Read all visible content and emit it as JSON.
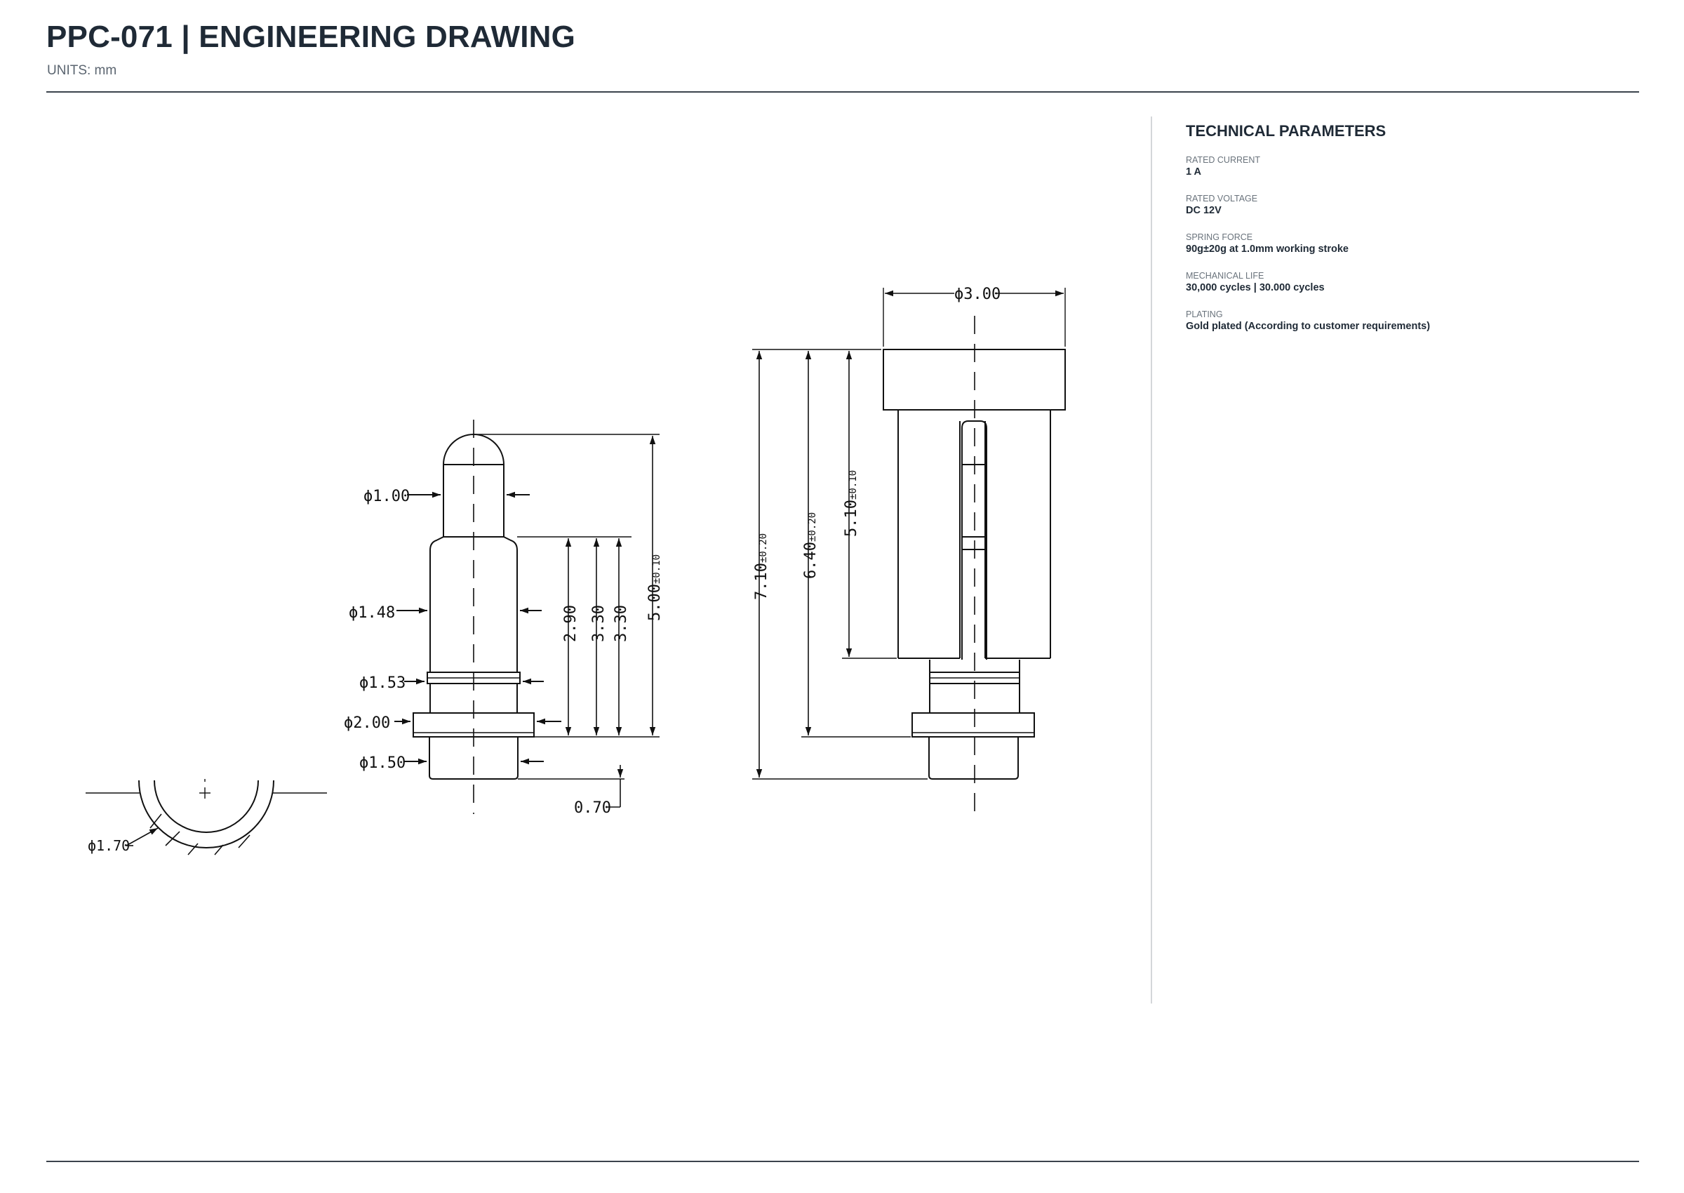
{
  "header": {
    "title": "PPC-071  |  ENGINEERING DRAWING",
    "units": "UNITS: mm"
  },
  "params": {
    "heading": "TECHNICAL PARAMETERS",
    "items": [
      {
        "label": "RATED CURRENT",
        "value": "1 A"
      },
      {
        "label": "RATED VOLTAGE",
        "value": "DC 12V"
      },
      {
        "label": "SPRING FORCE",
        "value": "90g±20g at 1.0mm working stroke"
      },
      {
        "label": "MECHANICAL LIFE",
        "value": "30,000 cycles | 30.000 cycles"
      },
      {
        "label": "PLATING",
        "value": "Gold plated (According to customer requirements)"
      }
    ]
  },
  "dimensions": {
    "d100": "ϕ1.00",
    "d148": "ϕ1.48",
    "d153": "ϕ1.53",
    "d200": "ϕ2.00",
    "d150": "ϕ1.50",
    "d170": "ϕ1.70",
    "d300": "ϕ3.00",
    "h290": "2.90",
    "h330a": "3.30",
    "h330b": "3.30",
    "h500": "5.00",
    "h500_tol": "±0.10",
    "h070": "0.70",
    "h710": "7.10",
    "h710_tol": "±0.20",
    "h640": "6.40",
    "h640_tol": "±0.20",
    "h510": "5.10",
    "h510_tol": "±0.10"
  }
}
